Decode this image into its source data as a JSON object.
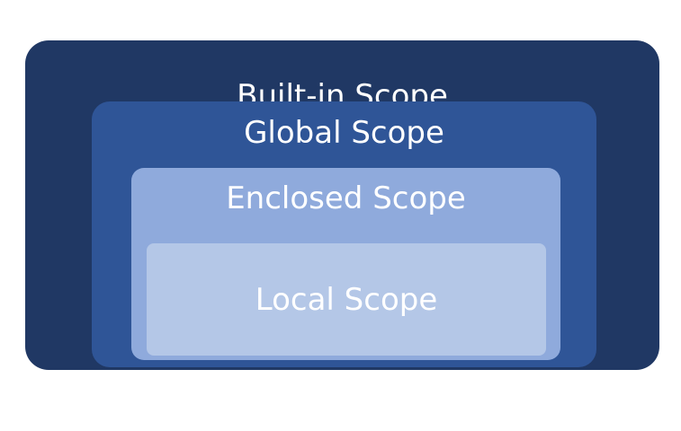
{
  "diagram": {
    "scopes": [
      {
        "id": "builtin",
        "label": "Built-in Scope",
        "color": "#203864"
      },
      {
        "id": "global",
        "label": "Global Scope",
        "color": "#2F5597"
      },
      {
        "id": "enclosed",
        "label": "Enclosed Scope",
        "color": "#8FAADC"
      },
      {
        "id": "local",
        "label": "Local Scope",
        "color": "#B4C7E7"
      }
    ]
  }
}
